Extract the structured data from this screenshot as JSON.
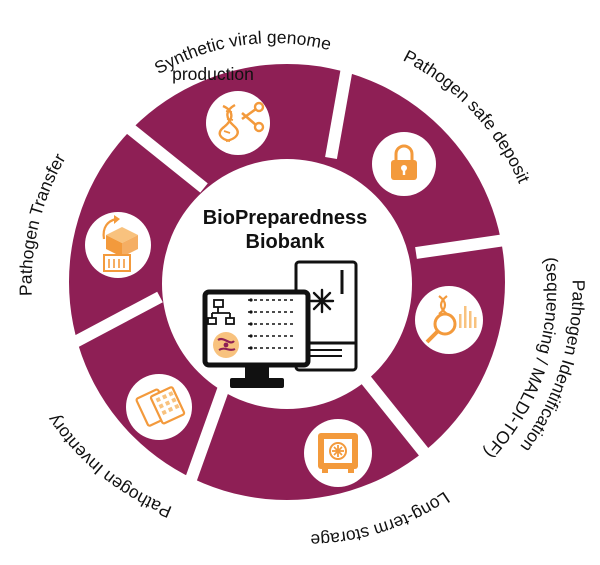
{
  "center": {
    "title_line1": "BioPreparedness",
    "title_line2": "Biobank"
  },
  "colors": {
    "ring": "#8e1f55",
    "accent": "#f39a3c",
    "accent_light": "#f8c27e",
    "ink": "#111111"
  },
  "segments": [
    {
      "id": "synthetic",
      "label_lines": [
        "Synthetic viral genome",
        "production"
      ],
      "icon": "dna-scissors-icon"
    },
    {
      "id": "safe-deposit",
      "label_lines": [
        "Pathogen safe deposit"
      ],
      "icon": "padlock-icon"
    },
    {
      "id": "identification",
      "label_lines": [
        "Pathogen Identification",
        "(sequencing / MALDI-TOF)"
      ],
      "icon": "dna-magnifier-icon"
    },
    {
      "id": "storage",
      "label_lines": [
        "Long-term storage"
      ],
      "icon": "freezer-box-icon"
    },
    {
      "id": "inventory",
      "label_lines": [
        "Pathogen Inventory"
      ],
      "icon": "sample-rack-icon"
    },
    {
      "id": "transfer",
      "label_lines": [
        "Pathogen  Transfer"
      ],
      "icon": "shipping-box-icon"
    }
  ],
  "center_icons": [
    "computer-monitor-icon",
    "freezer-icon",
    "snowflake-icon",
    "tree-diagram-icon",
    "pathogen-icon"
  ]
}
